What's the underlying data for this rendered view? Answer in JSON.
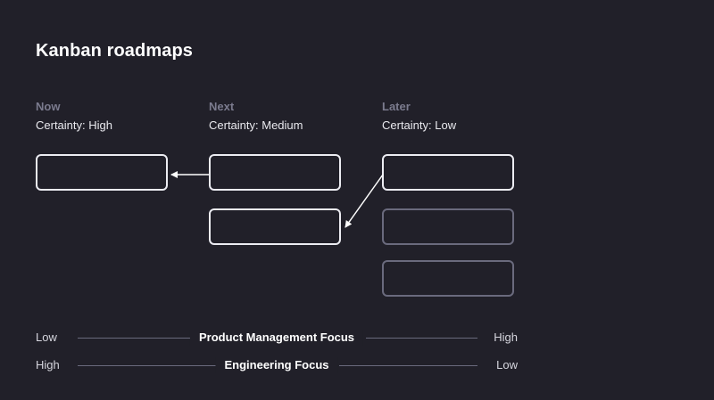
{
  "title": "Kanban roadmaps",
  "columns": [
    {
      "name": "Now",
      "certainty": "Certainty: High"
    },
    {
      "name": "Next",
      "certainty": "Certainty: Medium"
    },
    {
      "name": "Later",
      "certainty": "Certainty: Low"
    }
  ],
  "scales": [
    {
      "left": "Low",
      "label": "Product Management Focus",
      "right": "High"
    },
    {
      "left": "High",
      "label": "Engineering Focus",
      "right": "Low"
    }
  ],
  "colors": {
    "background": "#212029",
    "card_border": "#ececf2",
    "card_border_dim": "#6a6a7d",
    "column_heading": "#7b7b8e"
  }
}
